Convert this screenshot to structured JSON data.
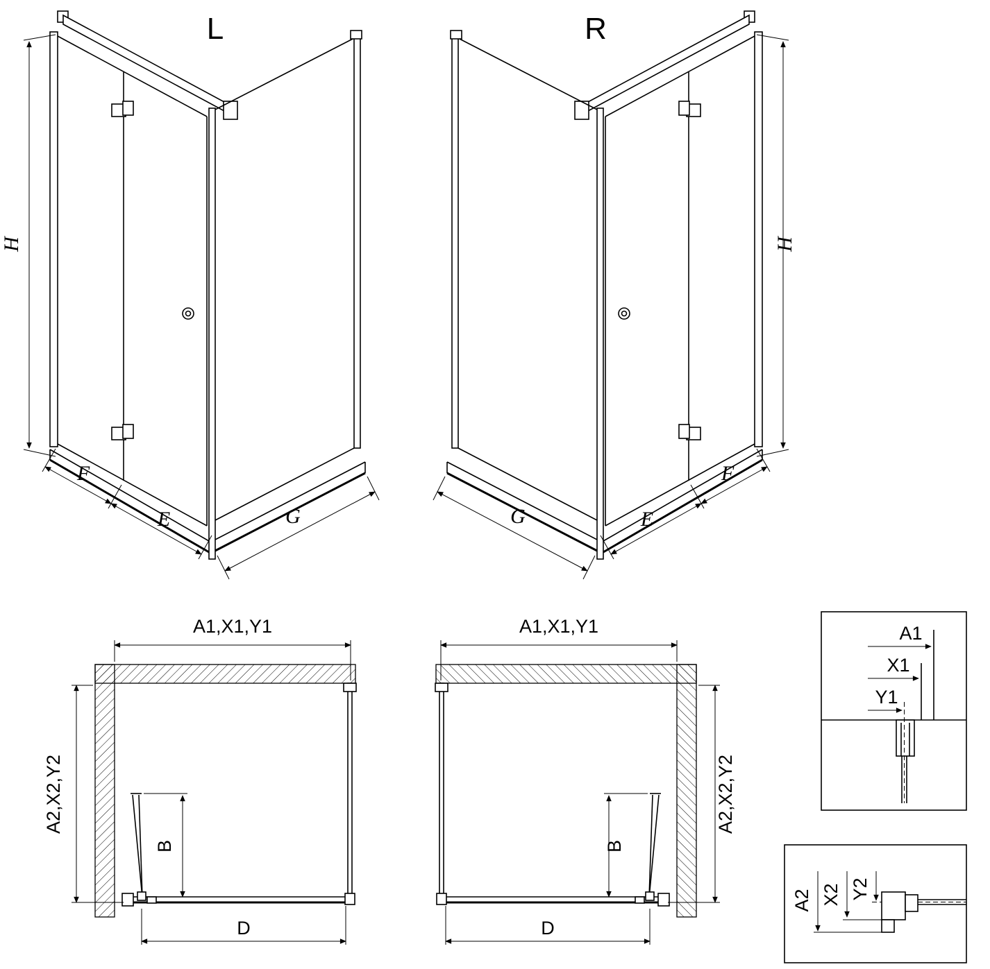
{
  "drawing": {
    "background": "#ffffff",
    "line_color": "#000000",
    "elevation_left": {
      "title": "L",
      "dim_height": "H",
      "dim_fixed_panel": "F",
      "dim_door": "E",
      "dim_side_panel": "G"
    },
    "elevation_right": {
      "title": "R",
      "dim_height": "H",
      "dim_fixed_panel": "F",
      "dim_door": "E",
      "dim_side_panel": "G"
    },
    "plan_left": {
      "dim_width_top": "A1,X1,Y1",
      "dim_depth_side": "A2,X2,Y2",
      "dim_door_opening": "B",
      "dim_width_bottom": "D"
    },
    "plan_right": {
      "dim_width_top": "A1,X1,Y1",
      "dim_depth_side": "A2,X2,Y2",
      "dim_door_opening": "B",
      "dim_width_bottom": "D"
    },
    "detail_width": {
      "labels": [
        "A1",
        "X1",
        "Y1"
      ]
    },
    "detail_depth": {
      "labels": [
        "A2",
        "X2",
        "Y2"
      ]
    }
  }
}
